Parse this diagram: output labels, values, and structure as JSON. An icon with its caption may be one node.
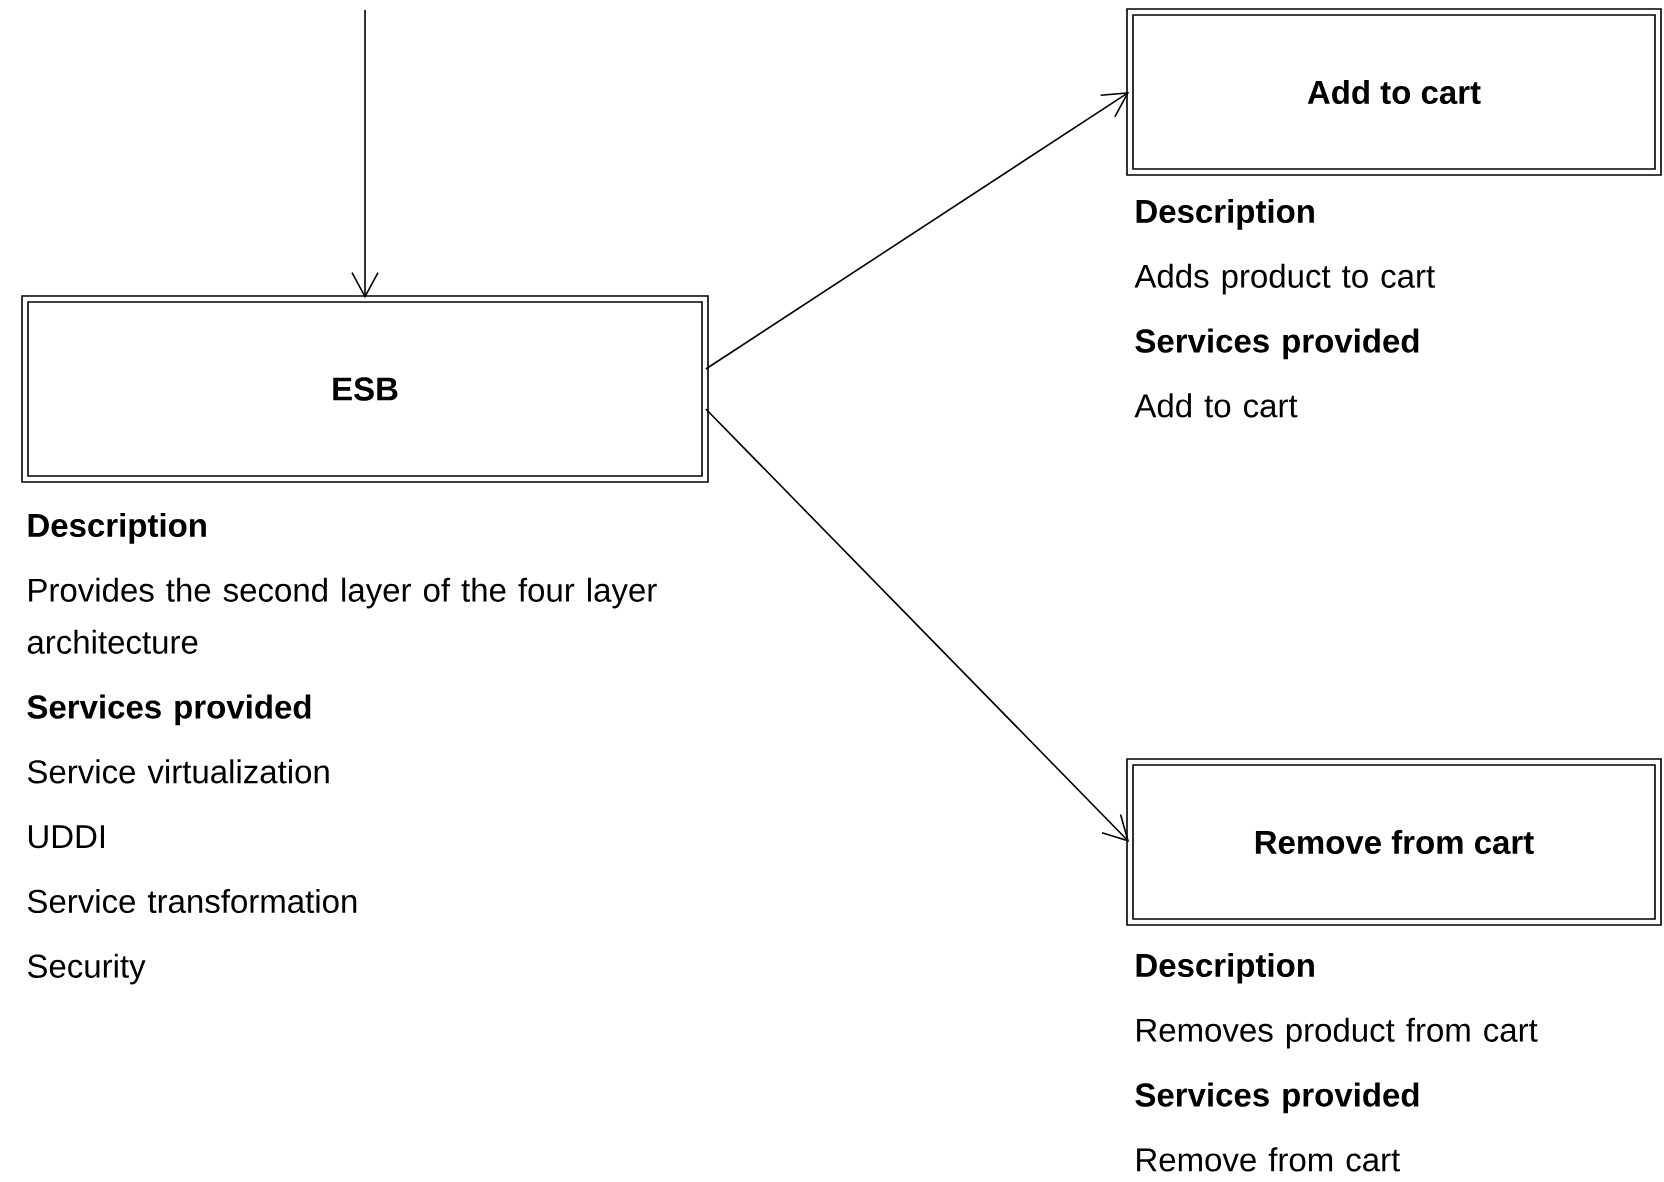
{
  "diagram": {
    "nodes": [
      {
        "text": [
          "ESB"
        ],
        "beside": [
          "Description",
          "Provides the second layer of the four layer architecture",
          "Services provided",
          "Service virtualization",
          "UDDI",
          "Service transformation",
          "Security"
        ]
      },
      {
        "text": [
          "Add to cart"
        ],
        "beside": [
          "Description",
          "Adds product to cart",
          "Services provided",
          "Add to cart"
        ]
      },
      {
        "text": [
          "Remove from cart"
        ],
        "beside": [
          "Description",
          "Removes product from cart",
          "Services provided",
          "Remove from cart"
        ]
      }
    ],
    "edges": [
      {
        "from": null,
        "to": 0,
        "arrow": "to"
      },
      {
        "from": 0,
        "to": 1,
        "arrow": "to"
      },
      {
        "from": 0,
        "to": 2,
        "arrow": "to"
      }
    ]
  }
}
